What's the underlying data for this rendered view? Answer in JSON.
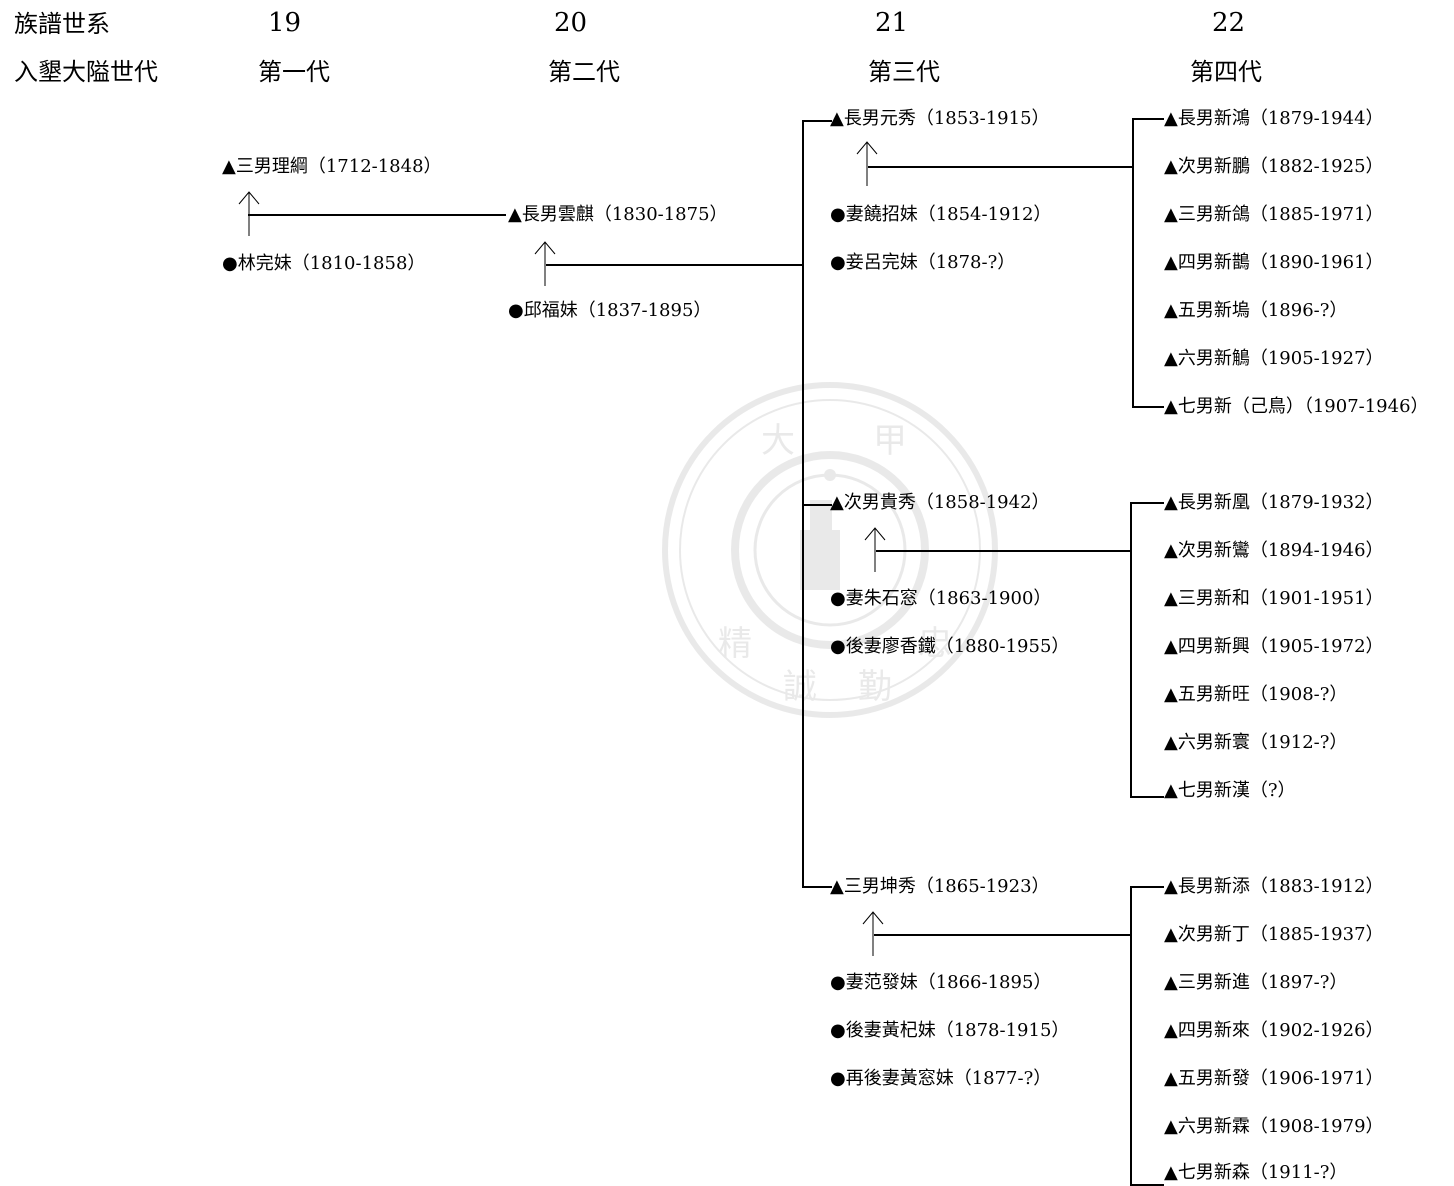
{
  "header": {
    "row1_label": "族譜世系",
    "row2_label": "入墾大隘世代",
    "generations": [
      {
        "number": "19",
        "label": "第一代"
      },
      {
        "number": "20",
        "label": "第二代"
      },
      {
        "number": "21",
        "label": "第三代"
      },
      {
        "number": "22",
        "label": "第四代"
      }
    ]
  },
  "people": {
    "g1_male": "▲三男理綱（1712-1848）",
    "g1_spouse": "●林完妹（1810-1858）",
    "g2_male": "▲長男雲麒（1830-1875）",
    "g2_spouse": "●邱福妹（1837-1895）",
    "g3": [
      {
        "male": "▲長男元秀（1853-1915）",
        "spouses": [
          "●妻饒招妹（1854-1912）",
          "●妾呂完妹（1878-?）"
        ],
        "children": [
          "▲長男新鴻（1879-1944）",
          "▲次男新鵬（1882-1925）",
          "▲三男新鴿（1885-1971）",
          "▲四男新鵲（1890-1961）",
          "▲五男新塢（1896-?）",
          "▲六男新鵤（1905-1927）",
          "▲七男新（己鳥）（1907-1946）"
        ]
      },
      {
        "male": "▲次男貴秀（1858-1942）",
        "spouses": [
          "●妻朱石窓（1863-1900）",
          "●後妻廖香鐵（1880-1955）"
        ],
        "children": [
          "▲長男新凰（1879-1932）",
          "▲次男新鸞（1894-1946）",
          "▲三男新和（1901-1951）",
          "▲四男新興（1905-1972）",
          "▲五男新旺（1908-?）",
          "▲六男新寰（1912-?）",
          "▲七男新漢（?）"
        ]
      },
      {
        "male": "▲三男坤秀（1865-1923）",
        "spouses": [
          "●妻范發妹（1866-1895）",
          "●後妻黃杞妹（1878-1915）",
          "●再後妻黃窓妹（1877-?）"
        ],
        "children": [
          "▲長男新添（1883-1912）",
          "▲次男新丁（1885-1937）",
          "▲三男新進（1897-?）",
          "▲四男新來（1902-1926）",
          "▲五男新發（1906-1971）",
          "▲六男新霖（1908-1979）",
          "▲七男新森（1911-?）"
        ]
      }
    ]
  },
  "watermark": {
    "chars": [
      "大",
      "甲",
      "精",
      "誠",
      "勤",
      "忠"
    ],
    "color": "#8a8a8a"
  }
}
